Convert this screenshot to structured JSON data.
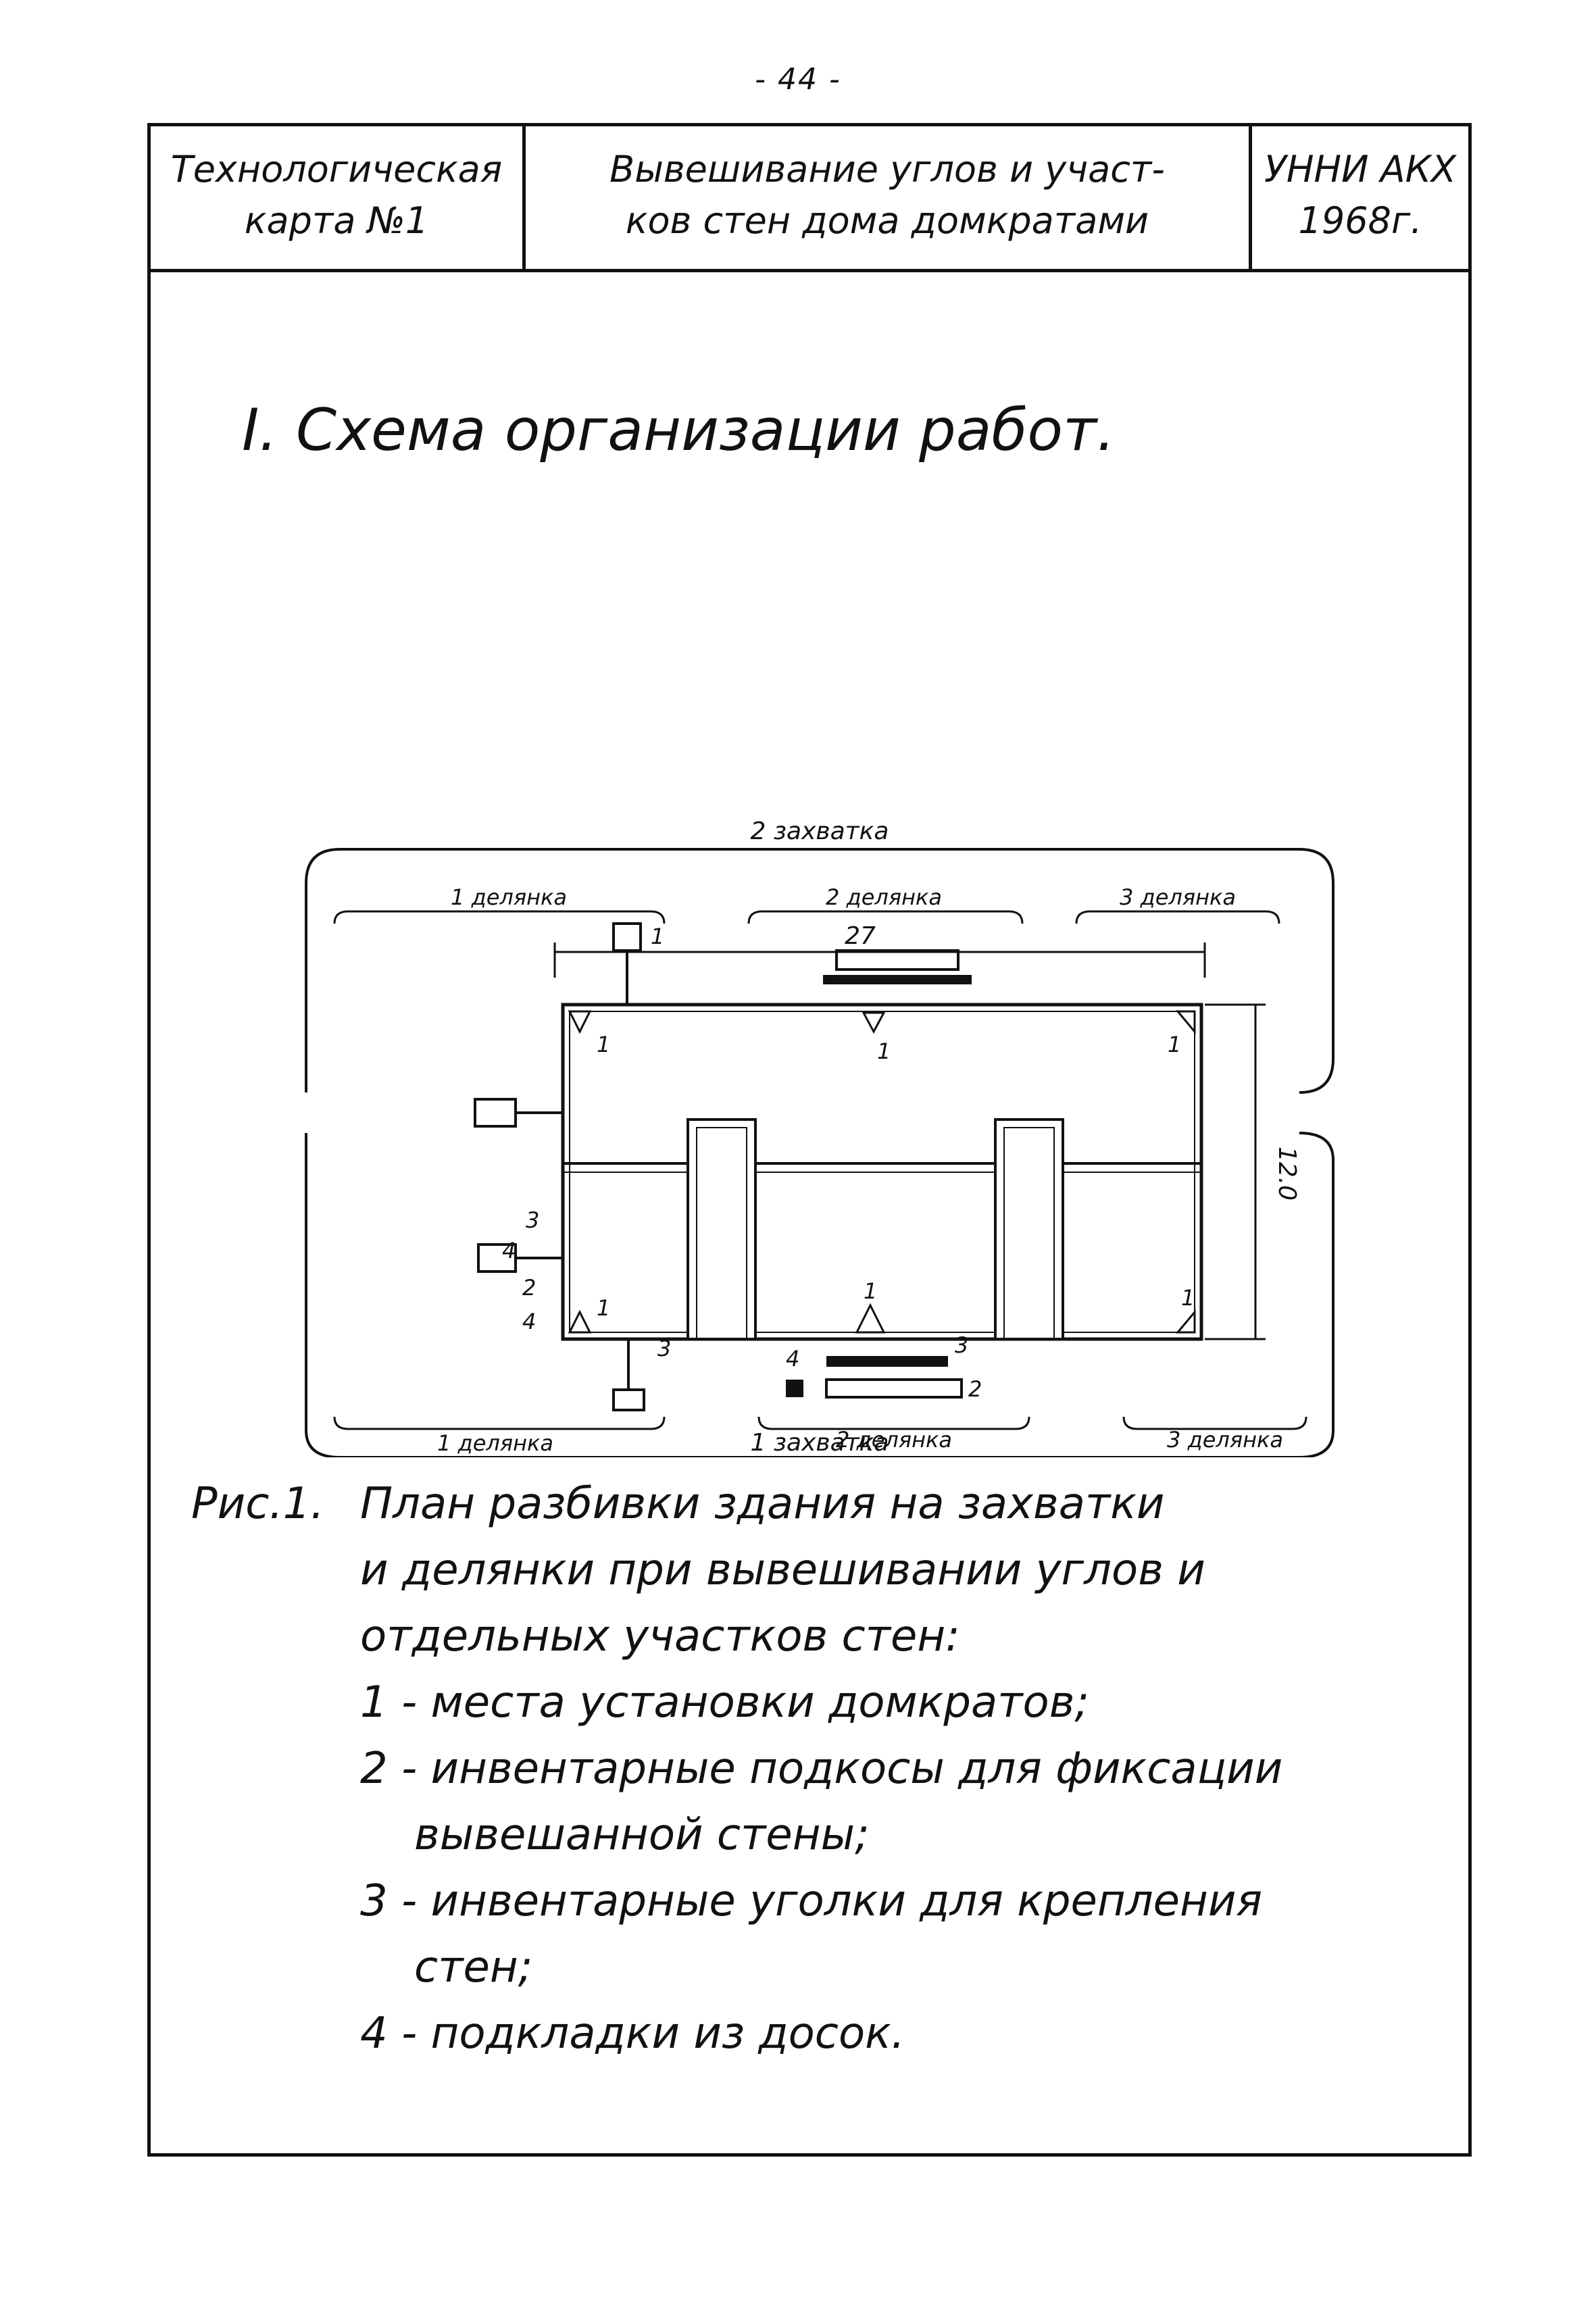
{
  "page_number": "- 44 -",
  "title_block": {
    "card_line1": "Технологическая",
    "card_line2": "карта №1",
    "title_line1": "Вывешивание углов и участ-",
    "title_line2": "ков стен дома домкратами",
    "org_line1": "УННИ АКХ",
    "org_line2": "1968г."
  },
  "section_heading": "I. Схема организации работ.",
  "plan": {
    "zakhvatka_top": "2 захватка",
    "zakhvatka_bottom": "1 захватка",
    "top_sections": [
      "1 делянка",
      "2 делянка",
      "3 делянка"
    ],
    "bottom_sections": [
      "1 делянка",
      "2 делянка",
      "3 делянка"
    ],
    "dim_length": "27",
    "dim_width": "12.0",
    "markers": [
      "1",
      "1",
      "1",
      "1",
      "1",
      "1",
      "1",
      "2",
      "2",
      "3",
      "3",
      "3",
      "4",
      "4",
      "4"
    ]
  },
  "caption": {
    "label": "Рис.1.",
    "line1": "План разбивки здания на захватки",
    "line2": "и делянки при вывешивании углов и",
    "line3": "отдельных участков стен:",
    "item1": "1 - места установки домкратов;",
    "item2a": "2 - инвентарные подкосы для фиксации",
    "item2b": "вывешанной стены;",
    "item3a": "3 - инвентарные уголки для крепления",
    "item3b": "стен;",
    "item4": "4 - подкладки из досок."
  }
}
